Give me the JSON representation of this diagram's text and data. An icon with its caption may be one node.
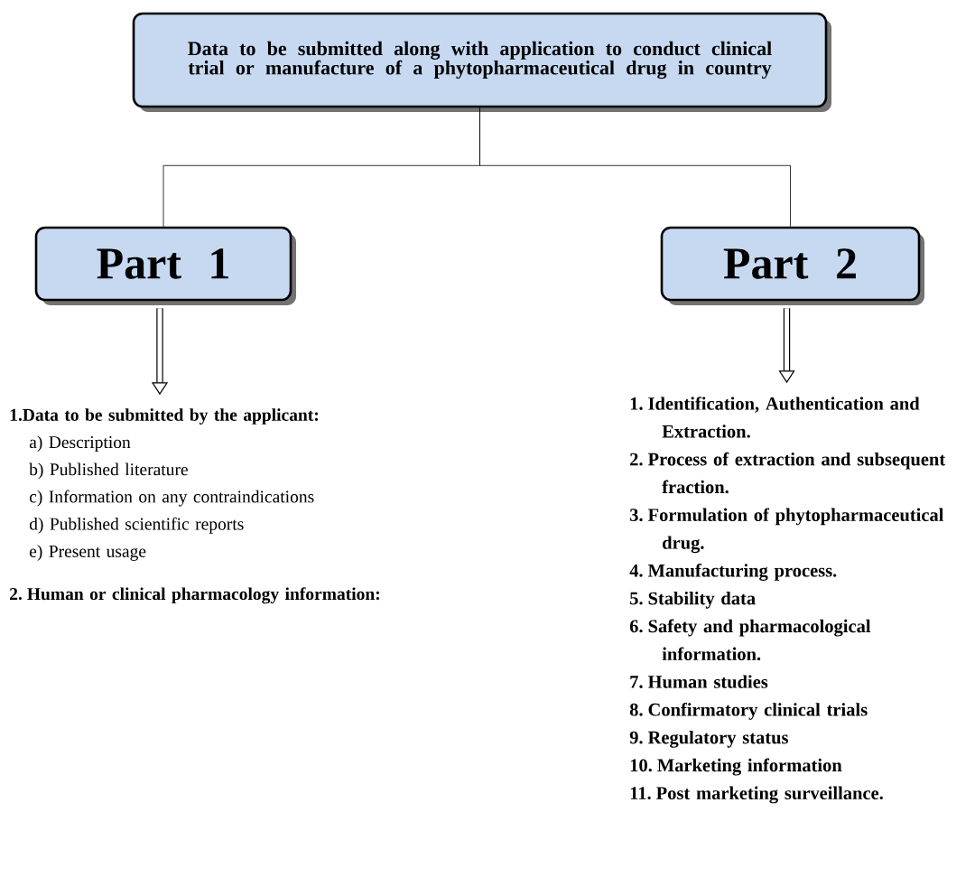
{
  "diagram": {
    "nodes": [
      {
        "text": [
          "Data to be submitted along with application to conduct clinical trial or manufacture of a phytopharmaceutical drug in country"
        ]
      },
      {
        "text": [
          "Part 1"
        ]
      },
      {
        "text": [
          "Part 2"
        ]
      },
      {
        "text": [
          "1.Data to be submitted by the applicant:",
          "a) Description",
          "b) Published literature",
          "c) Information on any contraindications",
          "d) Published scientific reports",
          "e) Present usage",
          "2. Human or clinical pharmacology information:"
        ]
      },
      {
        "text": [
          "1. Identification, Authentication and Extraction.",
          "2. Process of extraction and subsequent fraction.",
          "3. Formulation of phytopharmaceutical drug.",
          "4. Manufacturing process.",
          "5. Stability data",
          "6. Safety and pharmacological information.",
          "7. Human studies",
          "8. Confirmatory clinical trials",
          "9. Regulatory status",
          "10. Marketing information",
          "11. Post marketing surveillance."
        ]
      }
    ],
    "edges": [
      {
        "from": 0,
        "to": 1,
        "arrow": "none"
      },
      {
        "from": 0,
        "to": 2,
        "arrow": "none"
      },
      {
        "from": 1,
        "to": 3,
        "arrow": "to",
        "style": "thick"
      },
      {
        "from": 2,
        "to": 4,
        "arrow": "to",
        "style": "thick"
      }
    ]
  }
}
